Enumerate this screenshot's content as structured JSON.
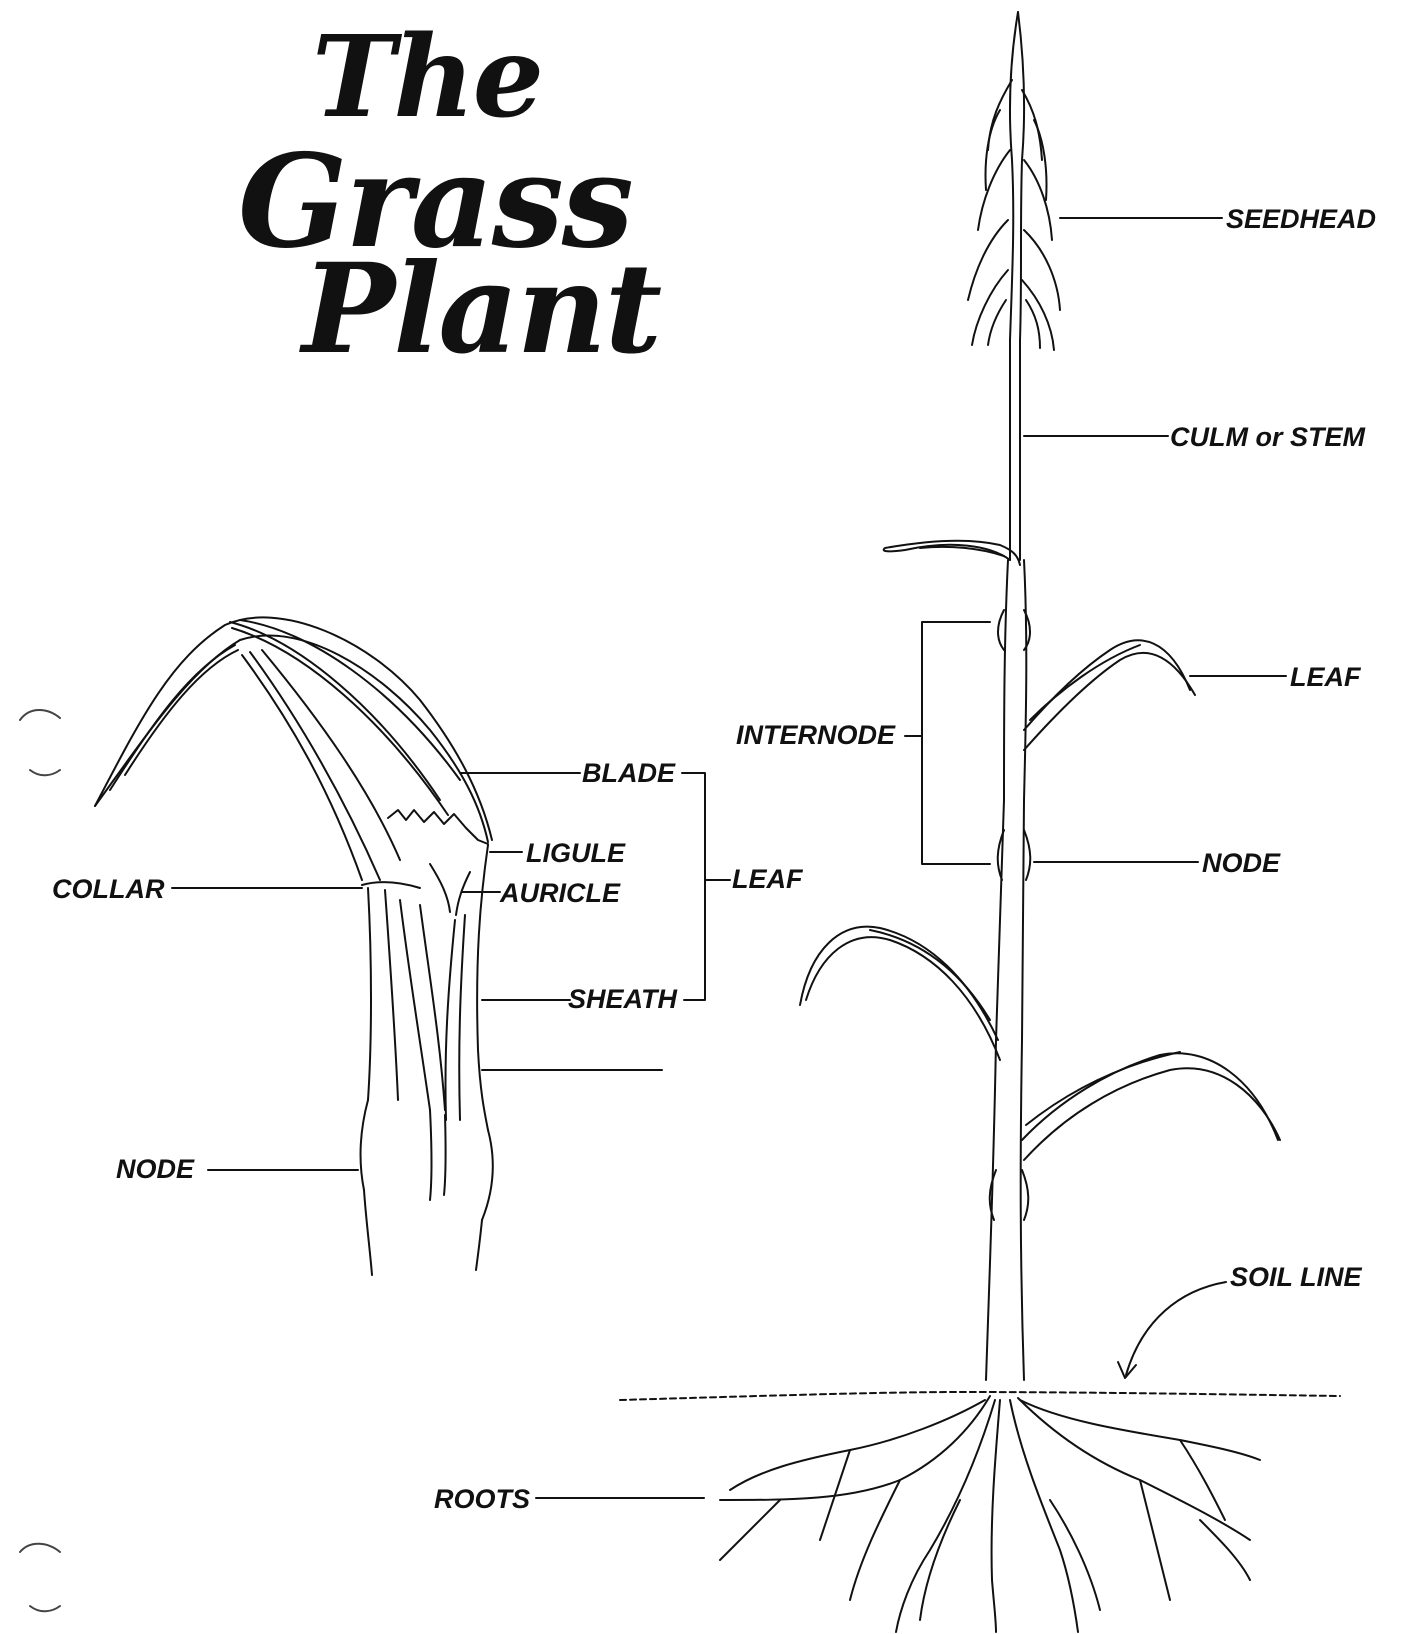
{
  "title": {
    "line1": "The",
    "line2": "Grass",
    "line3": "Plant"
  },
  "leaf_detail": {
    "labels": {
      "blade": "BLADE",
      "ligule": "LIGULE",
      "auricle": "AURICLE",
      "sheath": "SHEATH",
      "leaf": "LEAF",
      "collar": "COLLAR",
      "node": "NODE"
    }
  },
  "whole_plant": {
    "labels": {
      "seedhead": "SEEDHEAD",
      "culm": "CULM or STEM",
      "leaf": "LEAF",
      "internode": "INTERNODE",
      "node": "NODE",
      "soil_line": "SOIL LINE",
      "roots": "ROOTS"
    }
  },
  "colors": {
    "ink": "#111111",
    "background": "#ffffff"
  }
}
